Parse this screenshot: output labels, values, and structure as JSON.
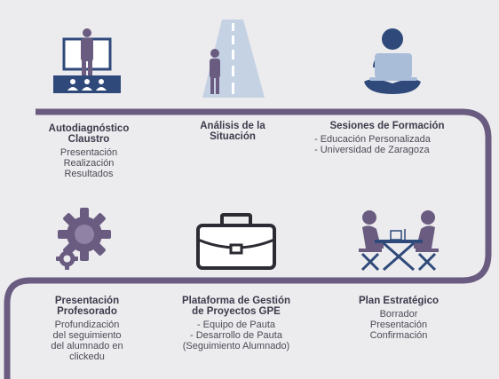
{
  "colors": {
    "background": "#ececee",
    "path": "#6a5c80",
    "icon_blue": "#2f4a7a",
    "icon_purple": "#6a5c80",
    "icon_light_blue": "#a9bcd8",
    "road_light": "#c5d2e4",
    "text_dark": "#3d3a4b"
  },
  "steps": [
    {
      "id": "autodiagnostico",
      "icon": "presentation-icon",
      "title": "Autodiagnóstico\nClaustro",
      "lines": [
        "Presentación",
        "Realización",
        "Resultados"
      ]
    },
    {
      "id": "analisis",
      "icon": "road-icon",
      "title": "Análisis de la\nSituación",
      "lines": []
    },
    {
      "id": "sesiones",
      "icon": "laptop-user-icon",
      "title": "Sesiones de Formación",
      "lines": [
        "- Educación Personalizada",
        "- Universidad de Zaragoza"
      ]
    },
    {
      "id": "presentacion-profesorado",
      "icon": "gears-icon",
      "title": "Presentación\nProfesorado",
      "lines": [
        "Profundización",
        "del seguimiento",
        "del alumnado en",
        "clickedu"
      ]
    },
    {
      "id": "plataforma",
      "icon": "briefcase-icon",
      "title": "Plataforma de Gestión\nde Proyectos GPE",
      "lines": [
        "- Equipo de Pauta",
        "- Desarrollo de Pauta",
        "(Seguimiento Alumnado)"
      ]
    },
    {
      "id": "plan",
      "icon": "meeting-icon",
      "title": "Plan Estratégico",
      "lines": [
        "Borrador",
        "Presentación",
        "Confirmación"
      ]
    }
  ]
}
